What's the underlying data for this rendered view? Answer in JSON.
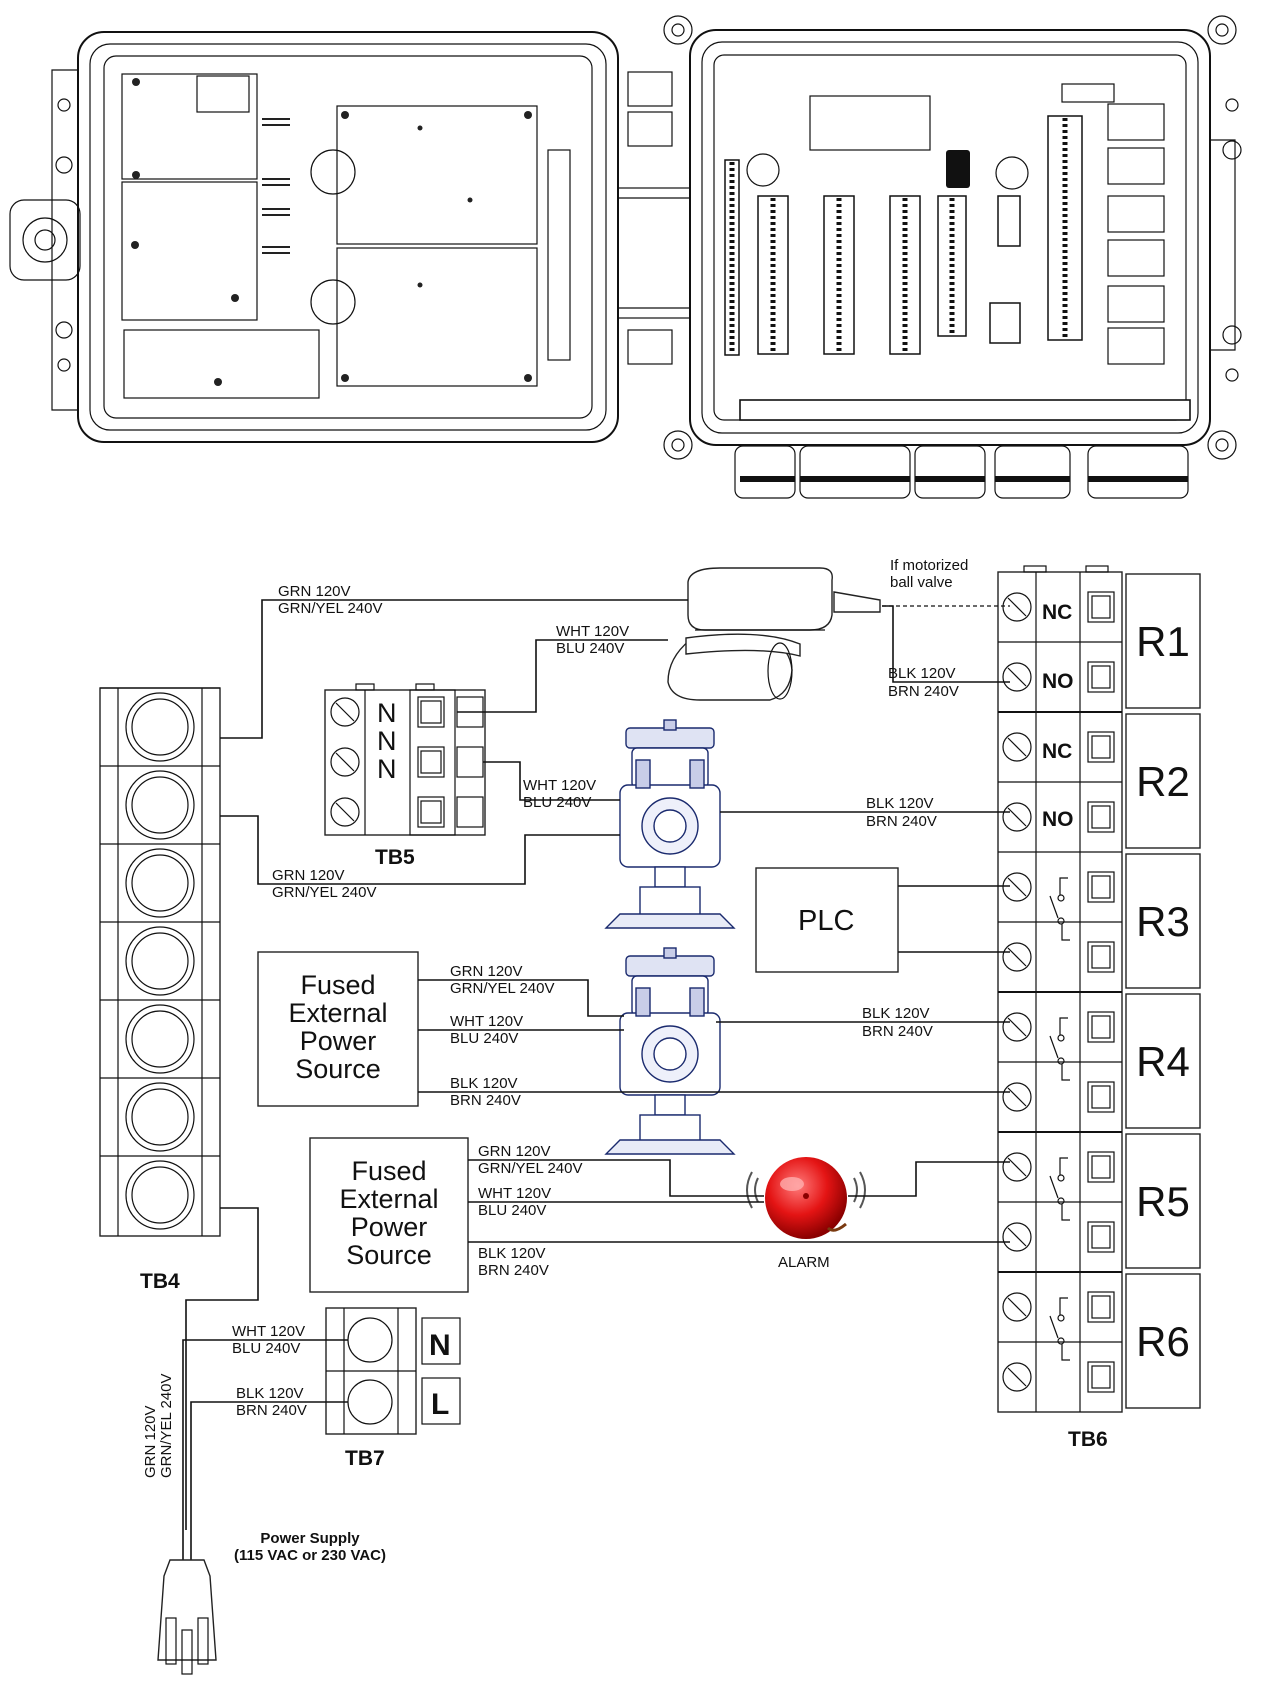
{
  "wire_labels": {
    "valve_ground": [
      "GRN 120V",
      "GRN/YEL 240V"
    ],
    "valve_neutral": [
      "WHT 120V",
      "BLU 240V"
    ],
    "valve_hot": [
      "BLK 120V",
      "BRN 240V"
    ],
    "valve_note": [
      "If motorized",
      "ball valve"
    ],
    "pump1_neutral": [
      "WHT 120V",
      "BLU 240V"
    ],
    "pump1_hot": [
      "BLK 120V",
      "BRN 240V"
    ],
    "pump1_ground": [
      "GRN 120V",
      "GRN/YEL 240V"
    ],
    "pump2_ground": [
      "GRN 120V",
      "GRN/YEL 240V"
    ],
    "pump2_neutral": [
      "WHT 120V",
      "BLU 240V"
    ],
    "pump2_hot_relay": [
      "BLK 120V",
      "BRN 240V"
    ],
    "pump2_hot_supply": [
      "BLK 120V",
      "BRN 240V"
    ],
    "alarm_ground": [
      "GRN 120V",
      "GRN/YEL 240V"
    ],
    "alarm_neutral": [
      "WHT 120V",
      "BLU 240V"
    ],
    "alarm_hot": [
      "BLK 120V",
      "BRN 240V"
    ],
    "tb7_neutral": [
      "WHT 120V",
      "BLU 240V"
    ],
    "tb7_hot": [
      "BLK 120V",
      "BRN 240V"
    ],
    "supply_ground": [
      "GRN 120V",
      "GRN/YEL 240V"
    ]
  },
  "blocks": {
    "tb4": "TB4",
    "tb5": "TB5",
    "tb6": "TB6",
    "tb7": "TB7",
    "tb5_terminals": [
      "N",
      "N",
      "N"
    ],
    "tb7_terminals": [
      "N",
      "L"
    ],
    "contact_labels": [
      "NC",
      "NO",
      "NC",
      "NO"
    ]
  },
  "relays": [
    "R1",
    "R2",
    "R3",
    "R4",
    "R5",
    "R6"
  ],
  "devices": {
    "plc": "PLC",
    "power_source_1": [
      "Fused",
      "External",
      "Power",
      "Source"
    ],
    "power_source_2": [
      "Fused",
      "External",
      "Power",
      "Source"
    ],
    "alarm": "ALARM"
  },
  "power_supply": [
    "Power Supply",
    "(115 VAC or 230 VAC)"
  ]
}
